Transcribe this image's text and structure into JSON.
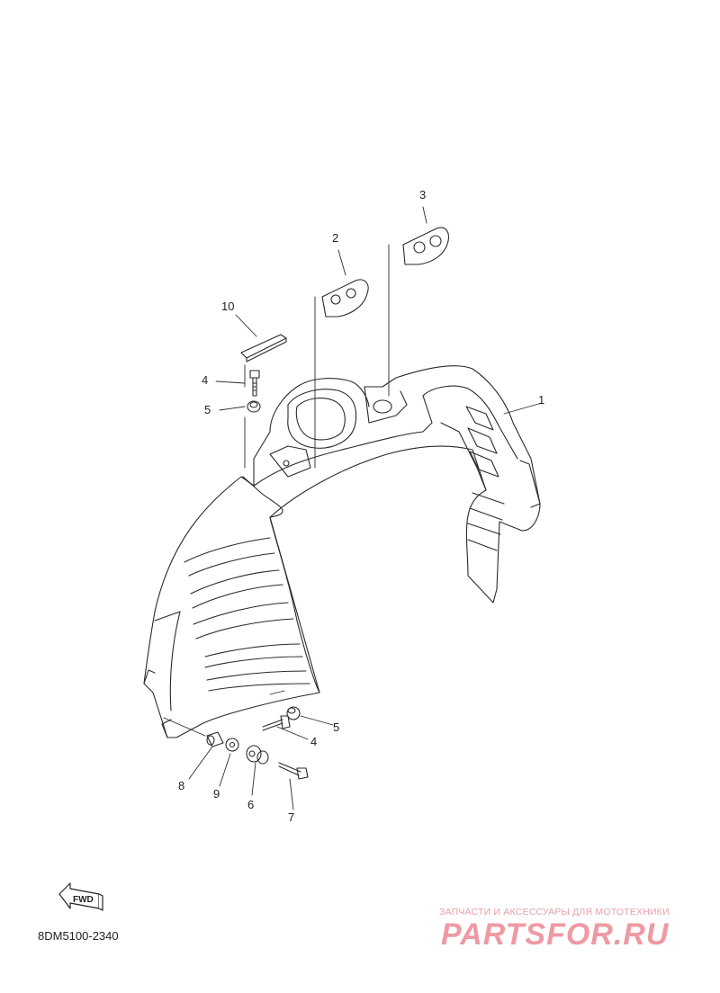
{
  "callouts": {
    "c1": "1",
    "c2": "2",
    "c3": "3",
    "c4a": "4",
    "c5a": "5",
    "c4b": "4",
    "c5b": "5",
    "c6": "6",
    "c7": "7",
    "c8": "8",
    "c9": "9",
    "c10": "10"
  },
  "direction_label": "FWD",
  "part_code": "8DM5100-2340",
  "watermark": {
    "caption": "ЗАПЧАСТИ И АКСЕССУАРЫ ДЛЯ МОТОТЕХНИКИ",
    "logo": "PARTSFOR.RU",
    "color": "#ee9aa3"
  }
}
